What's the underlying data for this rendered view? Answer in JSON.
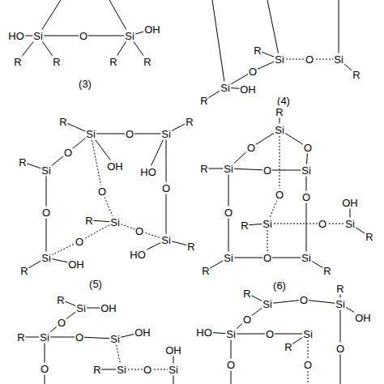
{
  "diagram": {
    "labels": [
      "HO",
      "Si",
      "O",
      "Si",
      "OH",
      "R",
      "R",
      "R",
      "R",
      "(3)",
      "R",
      "Si",
      "O",
      "Si",
      "R",
      "O",
      "Si",
      "OH",
      "R",
      "(4)",
      "R",
      "Si",
      "O",
      "Si",
      "R",
      "R",
      "O",
      "Si",
      "OH",
      "HO",
      "O",
      "O",
      "R",
      "Si",
      "O",
      "O",
      "Si",
      "HO",
      "R",
      "Si",
      "O",
      "R",
      "OH",
      "(5)",
      "R",
      "Si",
      "O",
      "O",
      "R",
      "Si",
      "O",
      "Si",
      "O",
      "R",
      "Si",
      "O",
      "Si",
      "OH",
      "R",
      "O",
      "O",
      "Si",
      "O",
      "Si",
      "R",
      "R",
      "(6)",
      "R",
      "Si",
      "OH",
      "O",
      "R",
      "Si",
      "O",
      "Si",
      "OH",
      "O",
      "R",
      "Si",
      "O",
      "Si",
      "OH",
      "R",
      "Si",
      "O",
      "Si",
      "R",
      "OH",
      "O",
      "HO",
      "Si",
      "O",
      "Si",
      "R",
      "O",
      "O",
      "O"
    ]
  }
}
